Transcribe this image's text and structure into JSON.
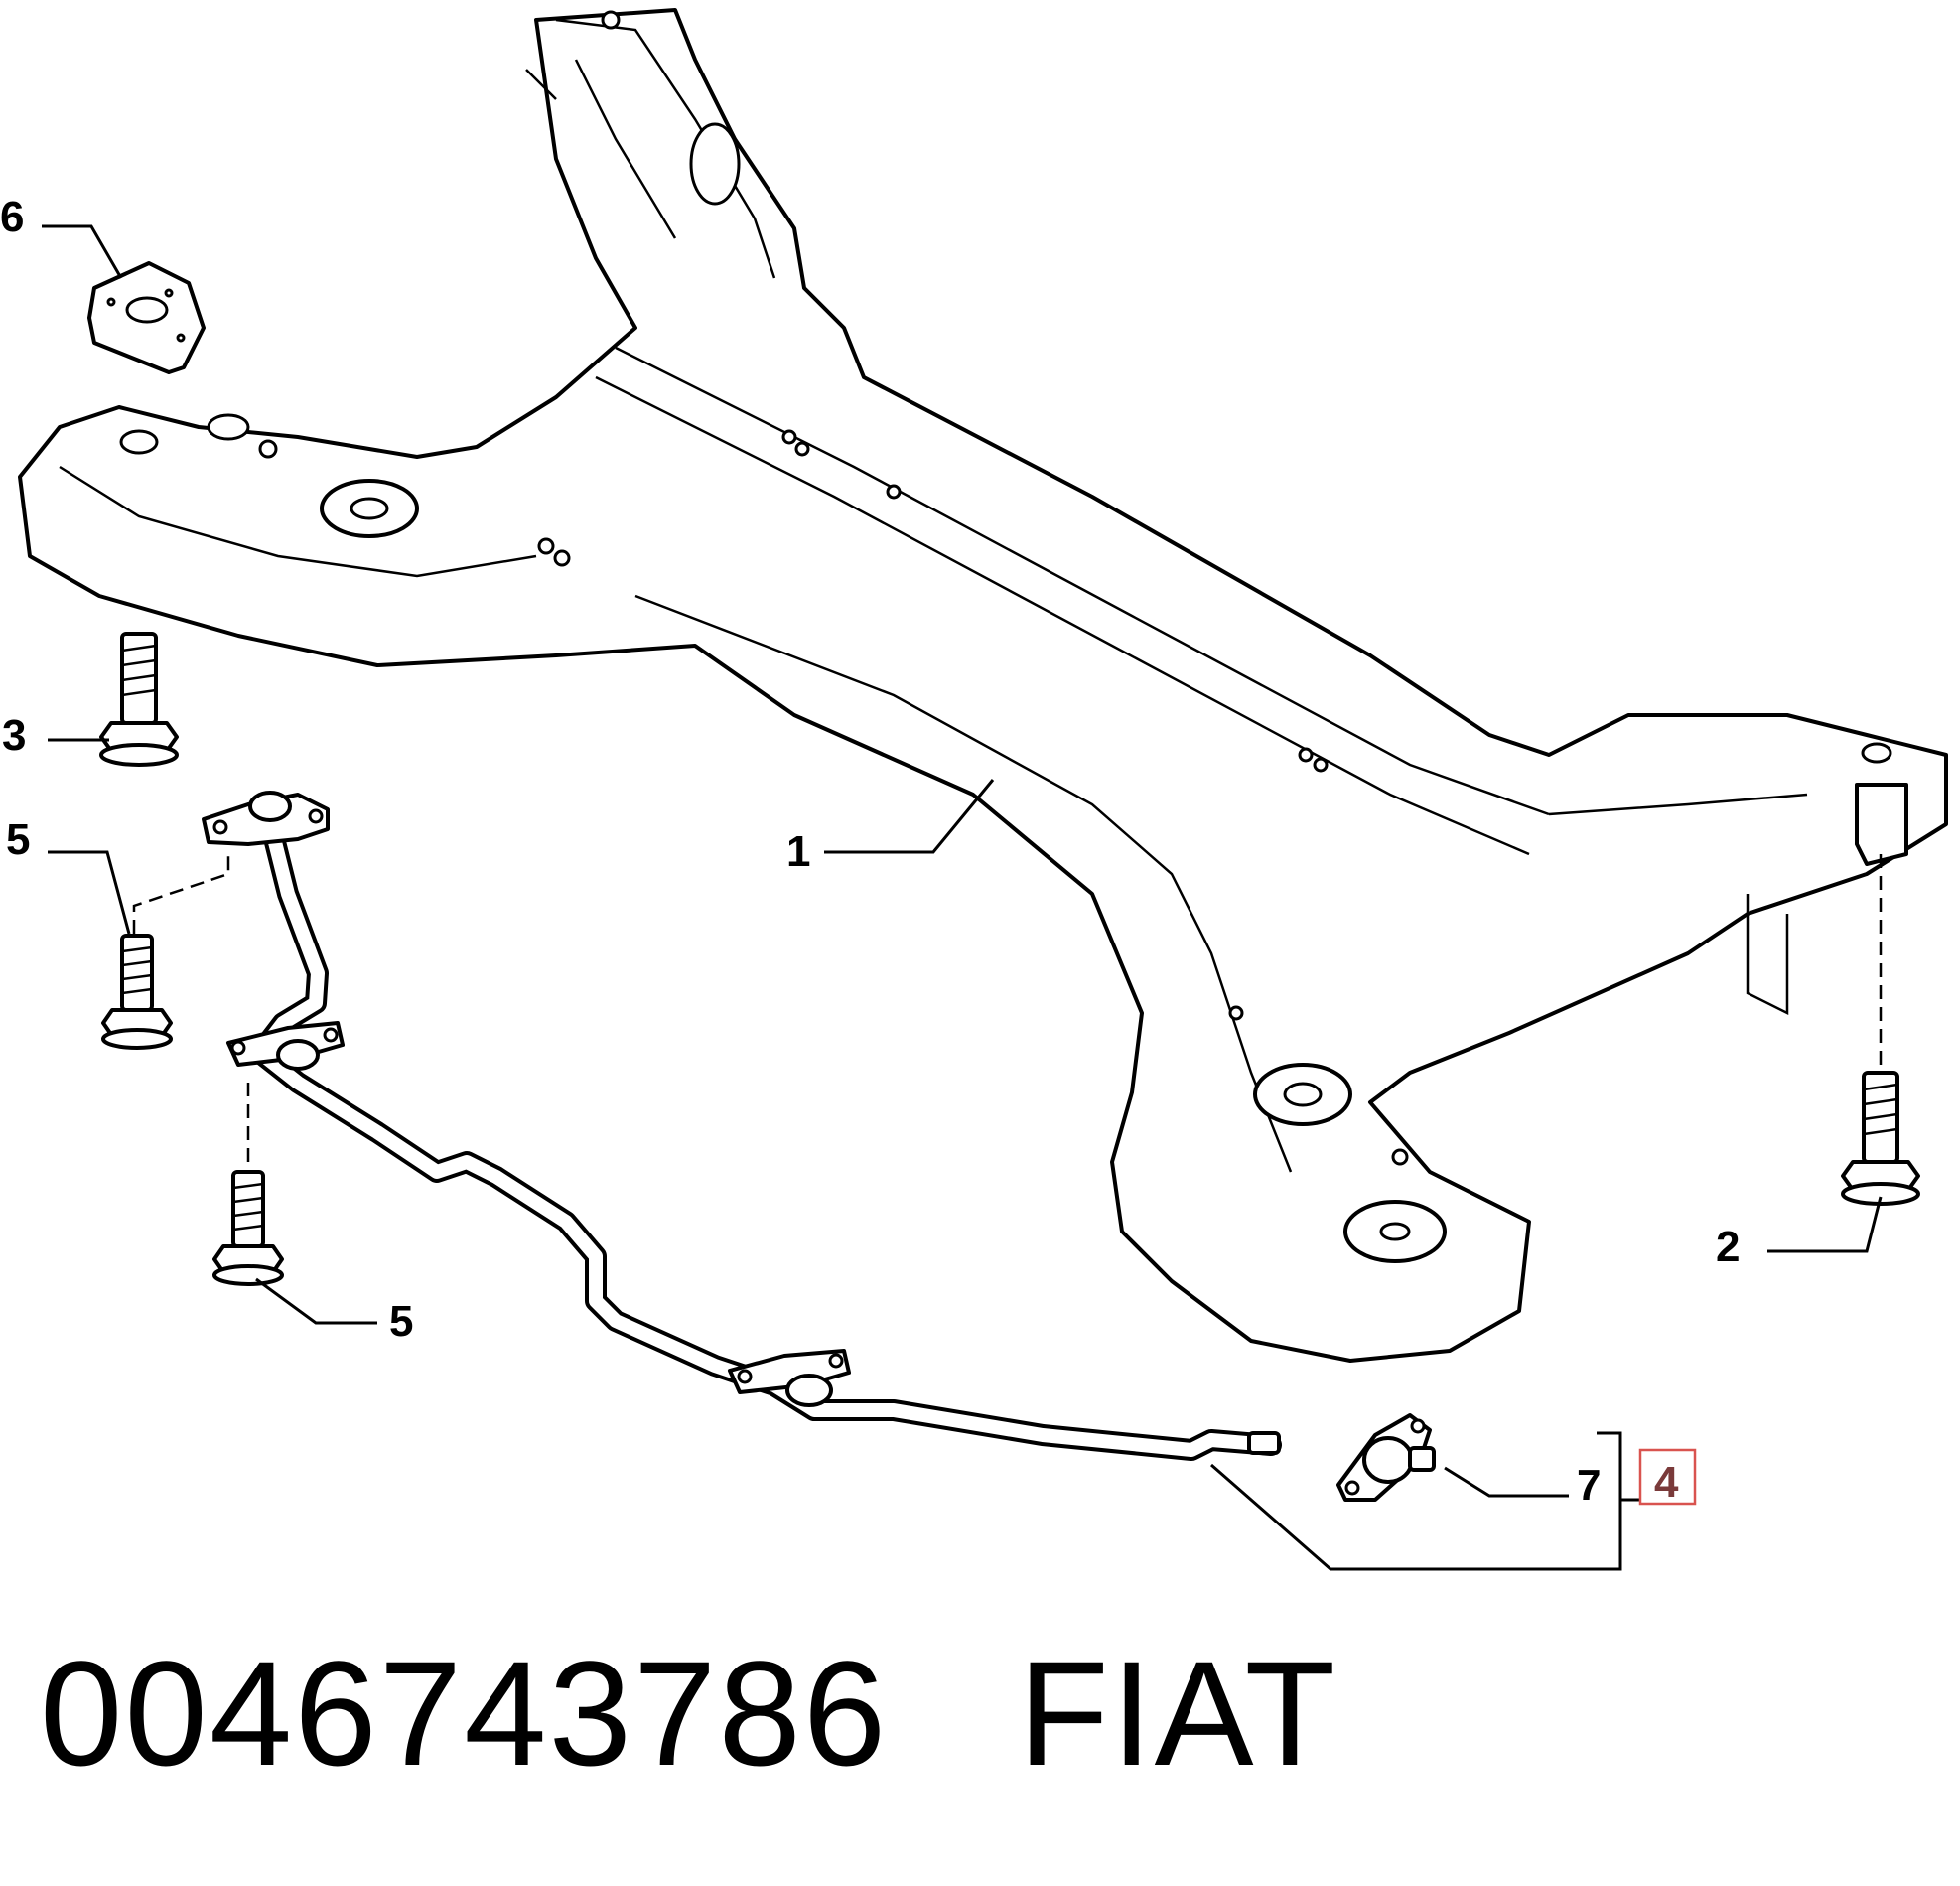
{
  "diagram": {
    "callouts": {
      "c1": "1",
      "c2": "2",
      "c3": "3",
      "c4": "4",
      "c5a": "5",
      "c5b": "5",
      "c6": "6",
      "c7": "7"
    },
    "highlight_color": "#d9534f"
  },
  "footer": {
    "part_number": "0046743786",
    "brand": "FIAT"
  }
}
